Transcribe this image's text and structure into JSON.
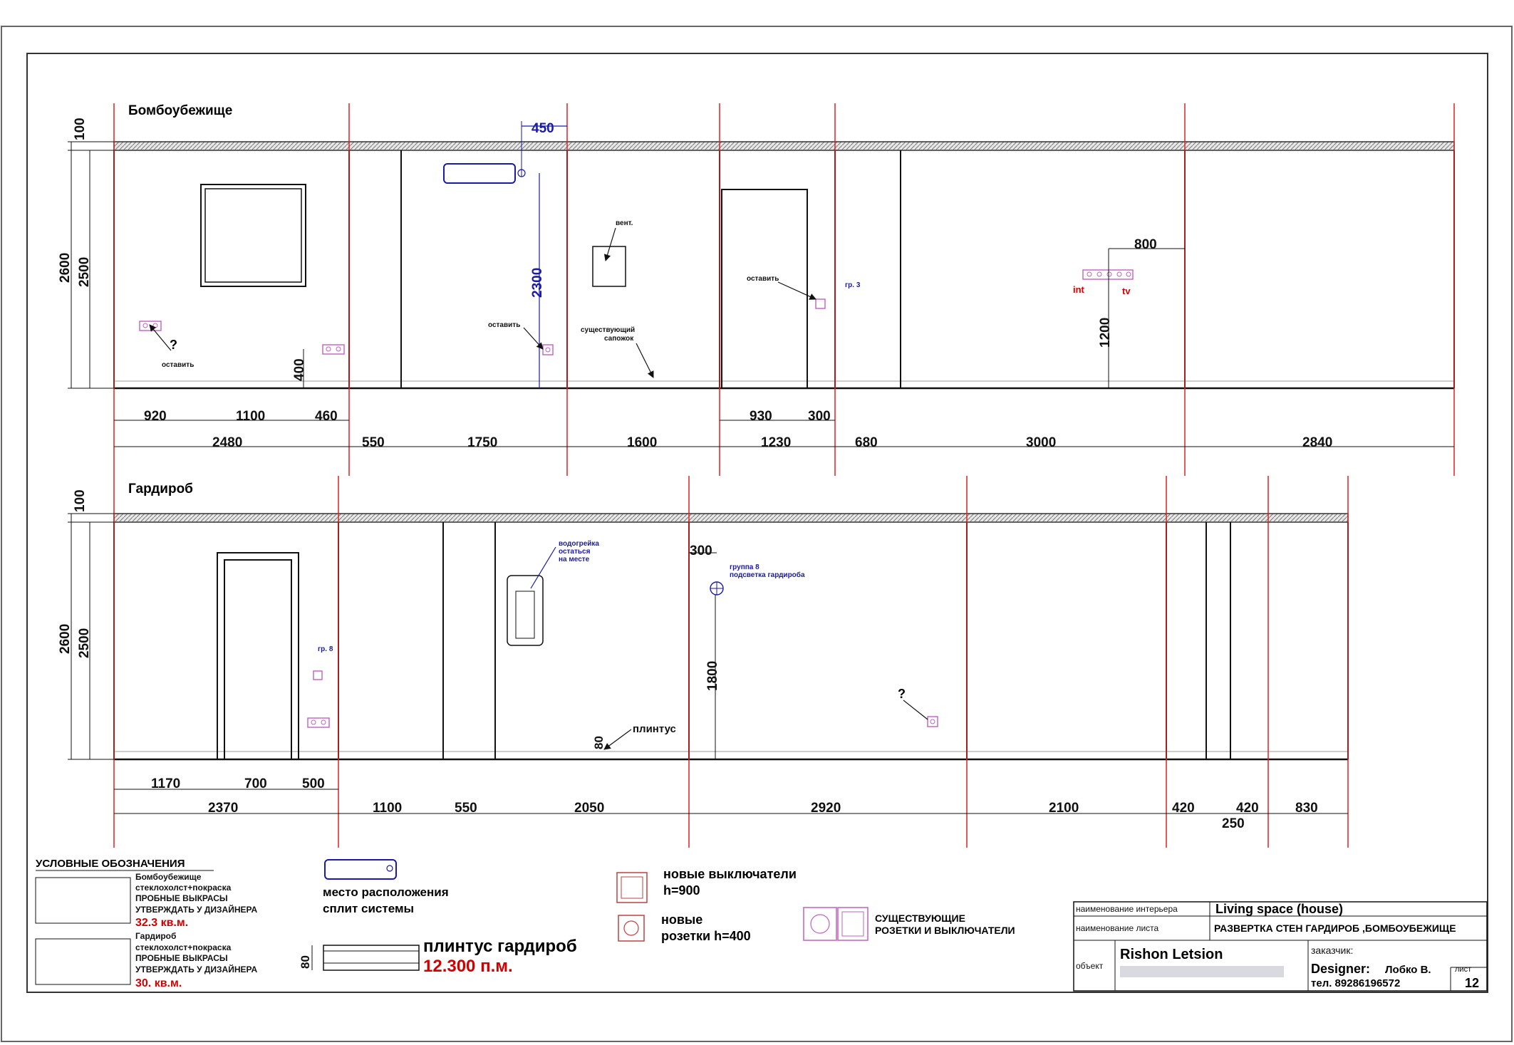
{
  "sections": [
    {
      "title": "Бомбоубежище",
      "height_total": "2600",
      "height_wall": "2500",
      "ceiling": "100",
      "segments": [
        "2480",
        "550",
        "1750",
        "1600",
        "1230",
        "680",
        "3000",
        "2840"
      ],
      "sub_segments_1": [
        "920",
        "1100",
        "460"
      ],
      "sub_segments_2": [
        "930",
        "300"
      ],
      "dim_450": "450",
      "dim_2300": "2300",
      "dim_400": "400",
      "dim_800": "800",
      "dim_1200": "1200",
      "notes": {
        "vent": "вент.",
        "leave1": "оставить",
        "leave2": "оставить",
        "leave3": "оставить",
        "existing_boot_1": "существующий",
        "existing_boot_2": "сапожок",
        "group3": "гр. 3",
        "q": "?",
        "int": "int",
        "tv": "tv"
      }
    },
    {
      "title": "Гардироб",
      "height_total": "2600",
      "height_wall": "2500",
      "ceiling": "100",
      "segments": [
        "2370",
        "1100",
        "550",
        "2050",
        "2920",
        "2100",
        "420",
        "420",
        "830"
      ],
      "sub_segments_1": [
        "1170",
        "700",
        "500"
      ],
      "dim_250": "250",
      "dim_300": "300",
      "dim_1800": "1800",
      "dim_80": "80",
      "notes": {
        "boiler_1": "водогрейка",
        "boiler_2": "остаться",
        "boiler_3": "на месте",
        "group8_1": "группа 8",
        "group8_2": "подсветка гардироба",
        "gr8": "гр. 8",
        "plinth": "плинтус",
        "q": "?"
      }
    }
  ],
  "legend": {
    "title": "УСЛОВНЫЕ ОБОЗНАЧЕНИЯ",
    "item1_l1": "Бомбоубежище",
    "item1_l2": "стеклохолст+покраска",
    "item1_l3": "ПРОБНЫЕ ВЫКРАСЫ",
    "item1_l4": "УТВЕРЖДАТЬ У ДИЗАЙНЕРА",
    "item1_area": "32.3 кв.м.",
    "item2_l1": "Гардироб",
    "item2_l2": "стеклохолст+покраска",
    "item2_l3": "ПРОБНЫЕ ВЫКРАСЫ",
    "item2_l4": "УТВЕРЖДАТЬ У ДИЗАЙНЕРА",
    "item2_area": "30. кв.м.",
    "split_l1": "место расположения",
    "split_l2": "сплит системы",
    "plinth_title": "плинтус гардироб",
    "plinth_len": "12.300 п.м.",
    "plinth_h": "80",
    "switch_l1": "новые выключатели",
    "switch_l2": "h=900",
    "socket_l1": "новые",
    "socket_l2": "розетки h=400",
    "existing_l1": "СУЩЕСТВУЮЩИЕ",
    "existing_l2": "РОЗЕТКИ И ВЫКЛЮЧАТЕЛИ"
  },
  "title_block": {
    "interior_label": "наименование интерьера",
    "interior_value": "Living space (house)",
    "sheet_label": "наименование листа",
    "sheet_value": "РАЗВЕРТКА СТЕН ГАРДИРОБ ,БОМБОУБЕЖИЩЕ",
    "object_label": "объект",
    "object_value": "Rishon Letsion",
    "customer_label": "заказчик:",
    "designer_label": "Designer:",
    "designer_name": "Лобко В.",
    "phone": "тел. 89286196572",
    "sheet_no_label": "лист",
    "sheet_no": "12"
  },
  "colors": {
    "red_line": "#e02020",
    "blue_dim": "#1a1aa6",
    "pink": "#c060c0",
    "red_text": "#d40000"
  }
}
